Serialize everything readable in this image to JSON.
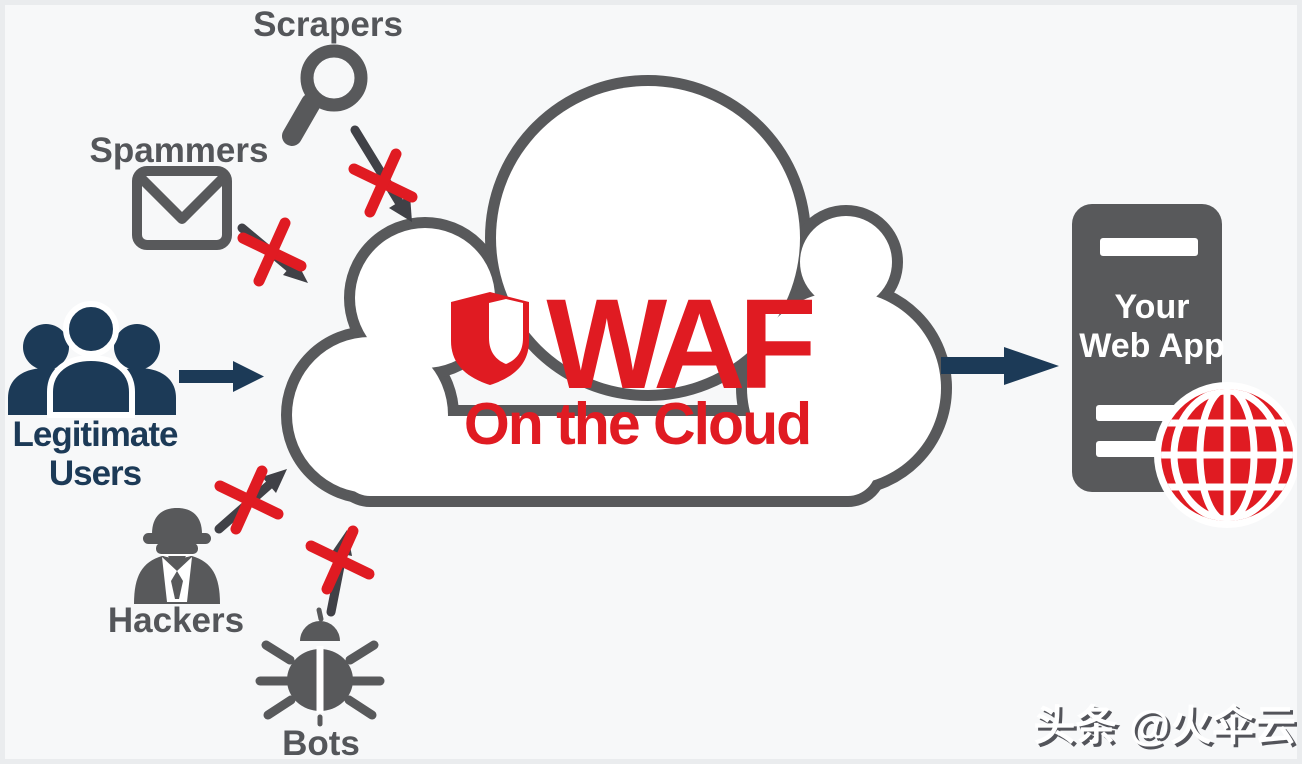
{
  "diagram": {
    "cloud": {
      "title": "WAF",
      "subtitle": "On the Cloud",
      "badge_icon": "shield-icon"
    },
    "threat_actors": {
      "scrapers": {
        "label": "Scrapers",
        "icon": "magnifier-icon",
        "status": "blocked"
      },
      "spammers": {
        "label": "Spammers",
        "icon": "envelope-icon",
        "status": "blocked"
      },
      "hackers": {
        "label": "Hackers",
        "icon": "spy-icon",
        "status": "blocked"
      },
      "bots": {
        "label": "Bots",
        "icon": "bug-icon",
        "status": "blocked"
      }
    },
    "legitimate_users": {
      "line1": "Legitimate",
      "line2": "Users",
      "icon": "users-group-icon",
      "status": "allowed"
    },
    "web_app": {
      "line1": "Your",
      "line2": "Web App",
      "icon": "server-icon",
      "secondary_icon": "globe-icon"
    },
    "watermark": {
      "text": "头条 @火伞云"
    }
  },
  "colors": {
    "background": "#f7f8f9",
    "frame": "#eaecee",
    "gray": "#58595b",
    "arrow-gray": "#404147",
    "navy": "#1c3a57",
    "red": "#e01b22",
    "white": "#ffffff",
    "label-gray": "#54565a"
  }
}
